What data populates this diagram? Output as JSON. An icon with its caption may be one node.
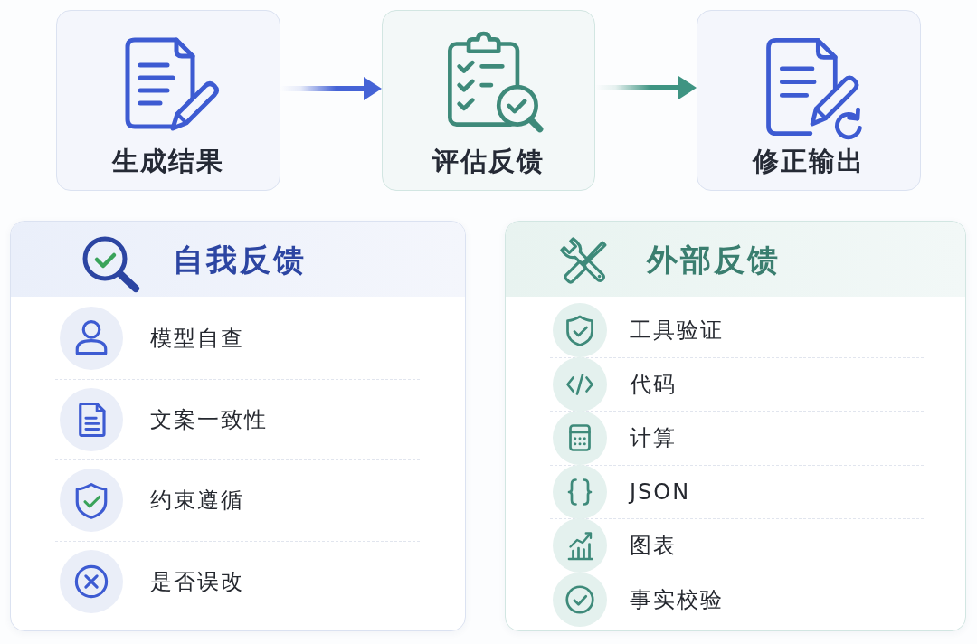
{
  "diagram": {
    "nodes": [
      {
        "text": [
          "生成结果"
        ]
      },
      {
        "text": [
          "评估反馈"
        ]
      },
      {
        "text": [
          "修正输出"
        ]
      },
      {
        "text": [
          "自我反馈",
          "模型自查",
          "文案一致性",
          "约束遵循",
          "是否误改"
        ]
      },
      {
        "text": [
          "外部反馈",
          "工具验证",
          "代码",
          "计算",
          "JSON",
          "图表",
          "事实校验"
        ]
      }
    ],
    "edges": [
      {
        "from": 0,
        "to": 1,
        "arrow": "to",
        "color": "#4563d6"
      },
      {
        "from": 1,
        "to": 2,
        "arrow": "to",
        "color": "#3e9482"
      }
    ]
  }
}
